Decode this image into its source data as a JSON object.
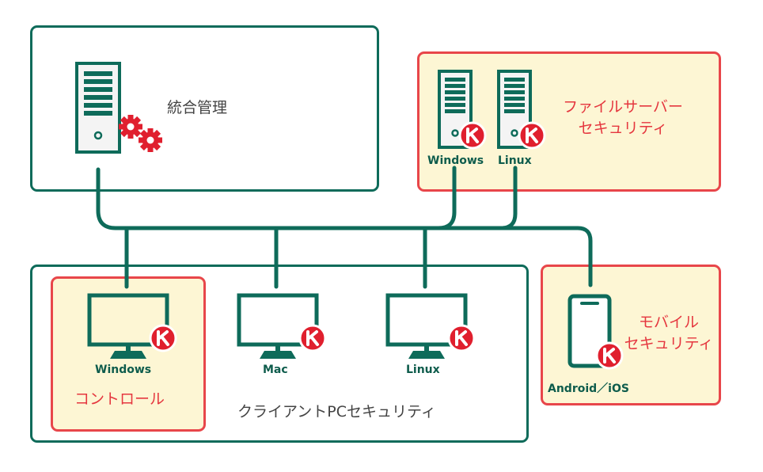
{
  "management": {
    "label": "統合管理"
  },
  "file_server": {
    "label_line1": "ファイルサーバー",
    "label_line2": "セキュリティ",
    "servers": [
      {
        "os": "Windows"
      },
      {
        "os": "Linux"
      }
    ]
  },
  "client_pc": {
    "label": "クライアントPCセキュリティ",
    "control_label": "コントロール",
    "devices": [
      {
        "os": "Windows"
      },
      {
        "os": "Mac"
      },
      {
        "os": "Linux"
      }
    ]
  },
  "mobile": {
    "label_line1": "モバイル",
    "label_line2": "セキュリティ",
    "device_os": "Android／iOS"
  },
  "colors": {
    "teal": "#0e6b5a",
    "red": "#e8464a",
    "cream": "#fdf6d4",
    "badge": "#e01f2e"
  },
  "icons": {
    "badge": "k-badge-icon",
    "server": "server-tower-icon",
    "monitor": "monitor-icon",
    "phone": "smartphone-icon",
    "gear": "gear-icon"
  }
}
